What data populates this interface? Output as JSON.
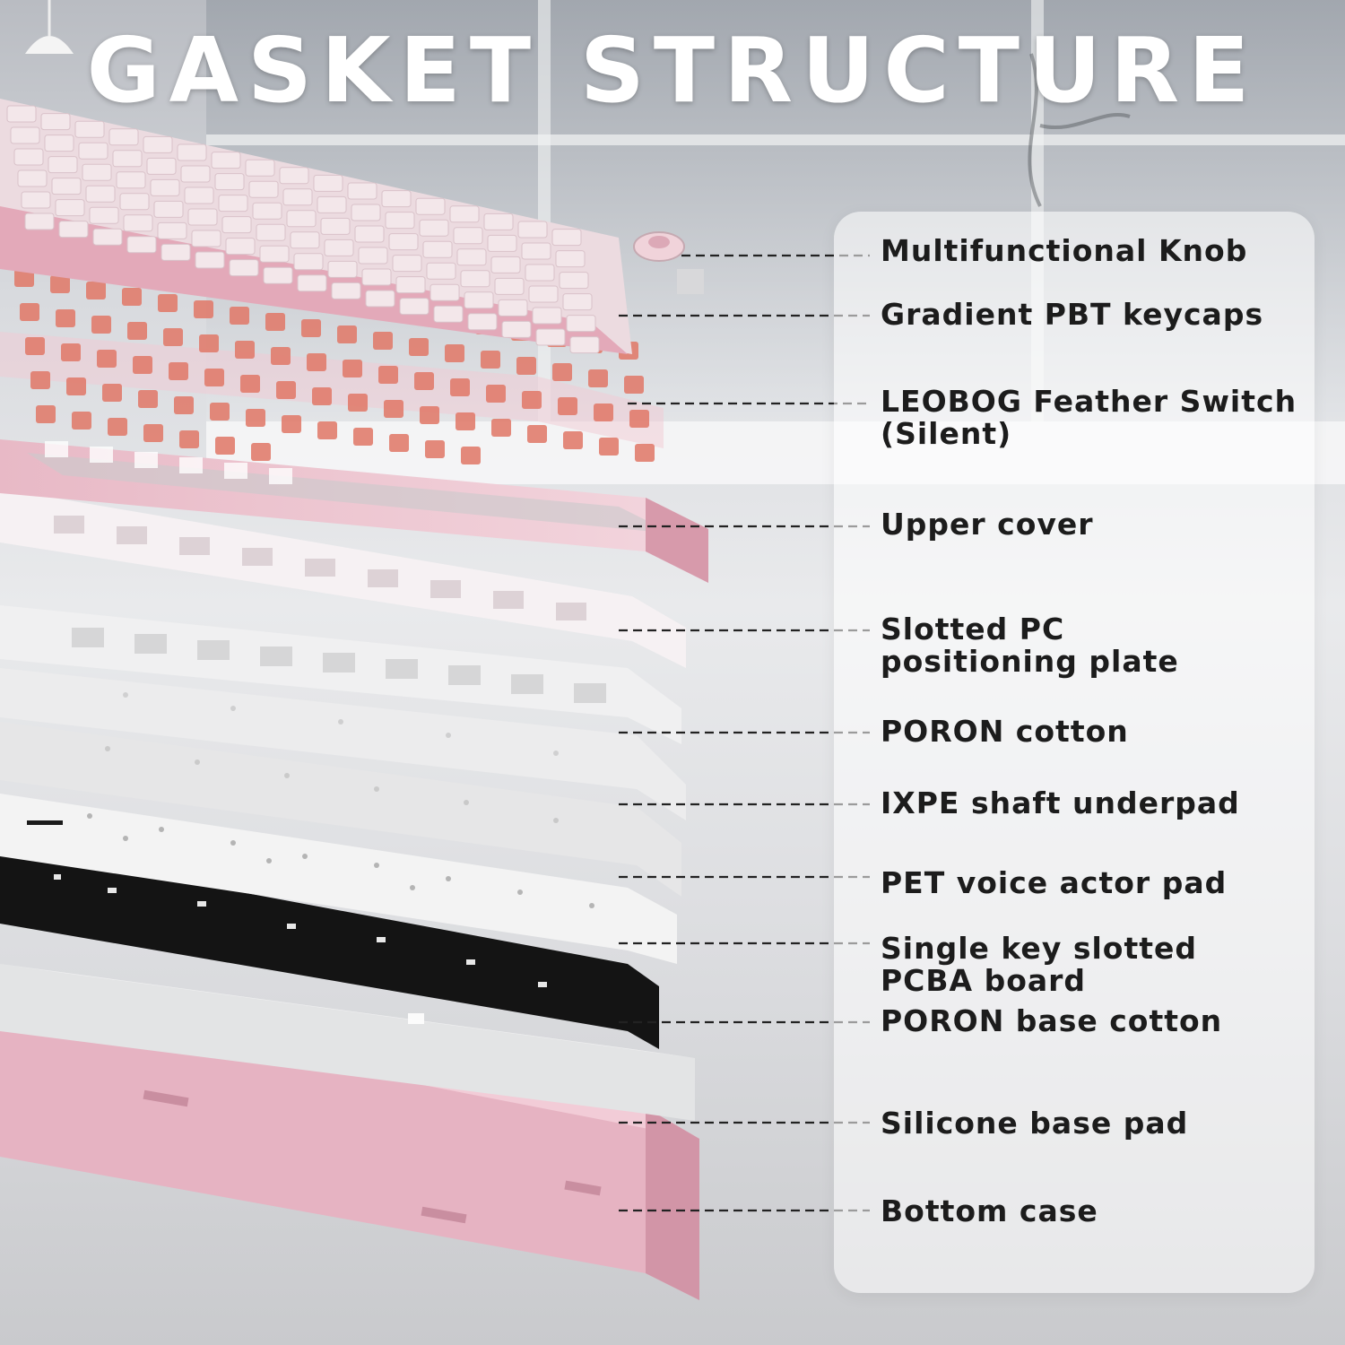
{
  "title": "GASKET STRUCTURE",
  "colors": {
    "pink": "#e8b9c6",
    "pink_dark": "#d79aab",
    "switch": "#e07a6a",
    "keycap_light": "#f1e4e8",
    "black_layer": "#141414",
    "white_layer": "#efefef",
    "callout_text": "#1c1c1c",
    "leader_line": "#222222"
  },
  "layers": [
    {
      "id": "knob",
      "lines": [
        "Multifunctional Knob"
      ]
    },
    {
      "id": "keycaps",
      "lines": [
        "Gradient PBT keycaps"
      ]
    },
    {
      "id": "switch",
      "lines": [
        "LEOBOG Feather Switch",
        "(Silent)"
      ]
    },
    {
      "id": "upper-cover",
      "lines": [
        "Upper cover"
      ]
    },
    {
      "id": "positioning-plate",
      "lines": [
        "Slotted PC",
        "positioning plate"
      ]
    },
    {
      "id": "poron-cotton",
      "lines": [
        "PORON cotton"
      ]
    },
    {
      "id": "ixpe-underpad",
      "lines": [
        "IXPE shaft underpad"
      ]
    },
    {
      "id": "pet-pad",
      "lines": [
        "PET voice actor pad"
      ]
    },
    {
      "id": "pcba",
      "lines": [
        "Single key slotted",
        "PCBA board"
      ]
    },
    {
      "id": "poron-base",
      "lines": [
        "PORON base cotton"
      ]
    },
    {
      "id": "silicone-pad",
      "lines": [
        "Silicone base pad"
      ]
    },
    {
      "id": "bottom-case",
      "lines": [
        "Bottom case"
      ]
    }
  ]
}
